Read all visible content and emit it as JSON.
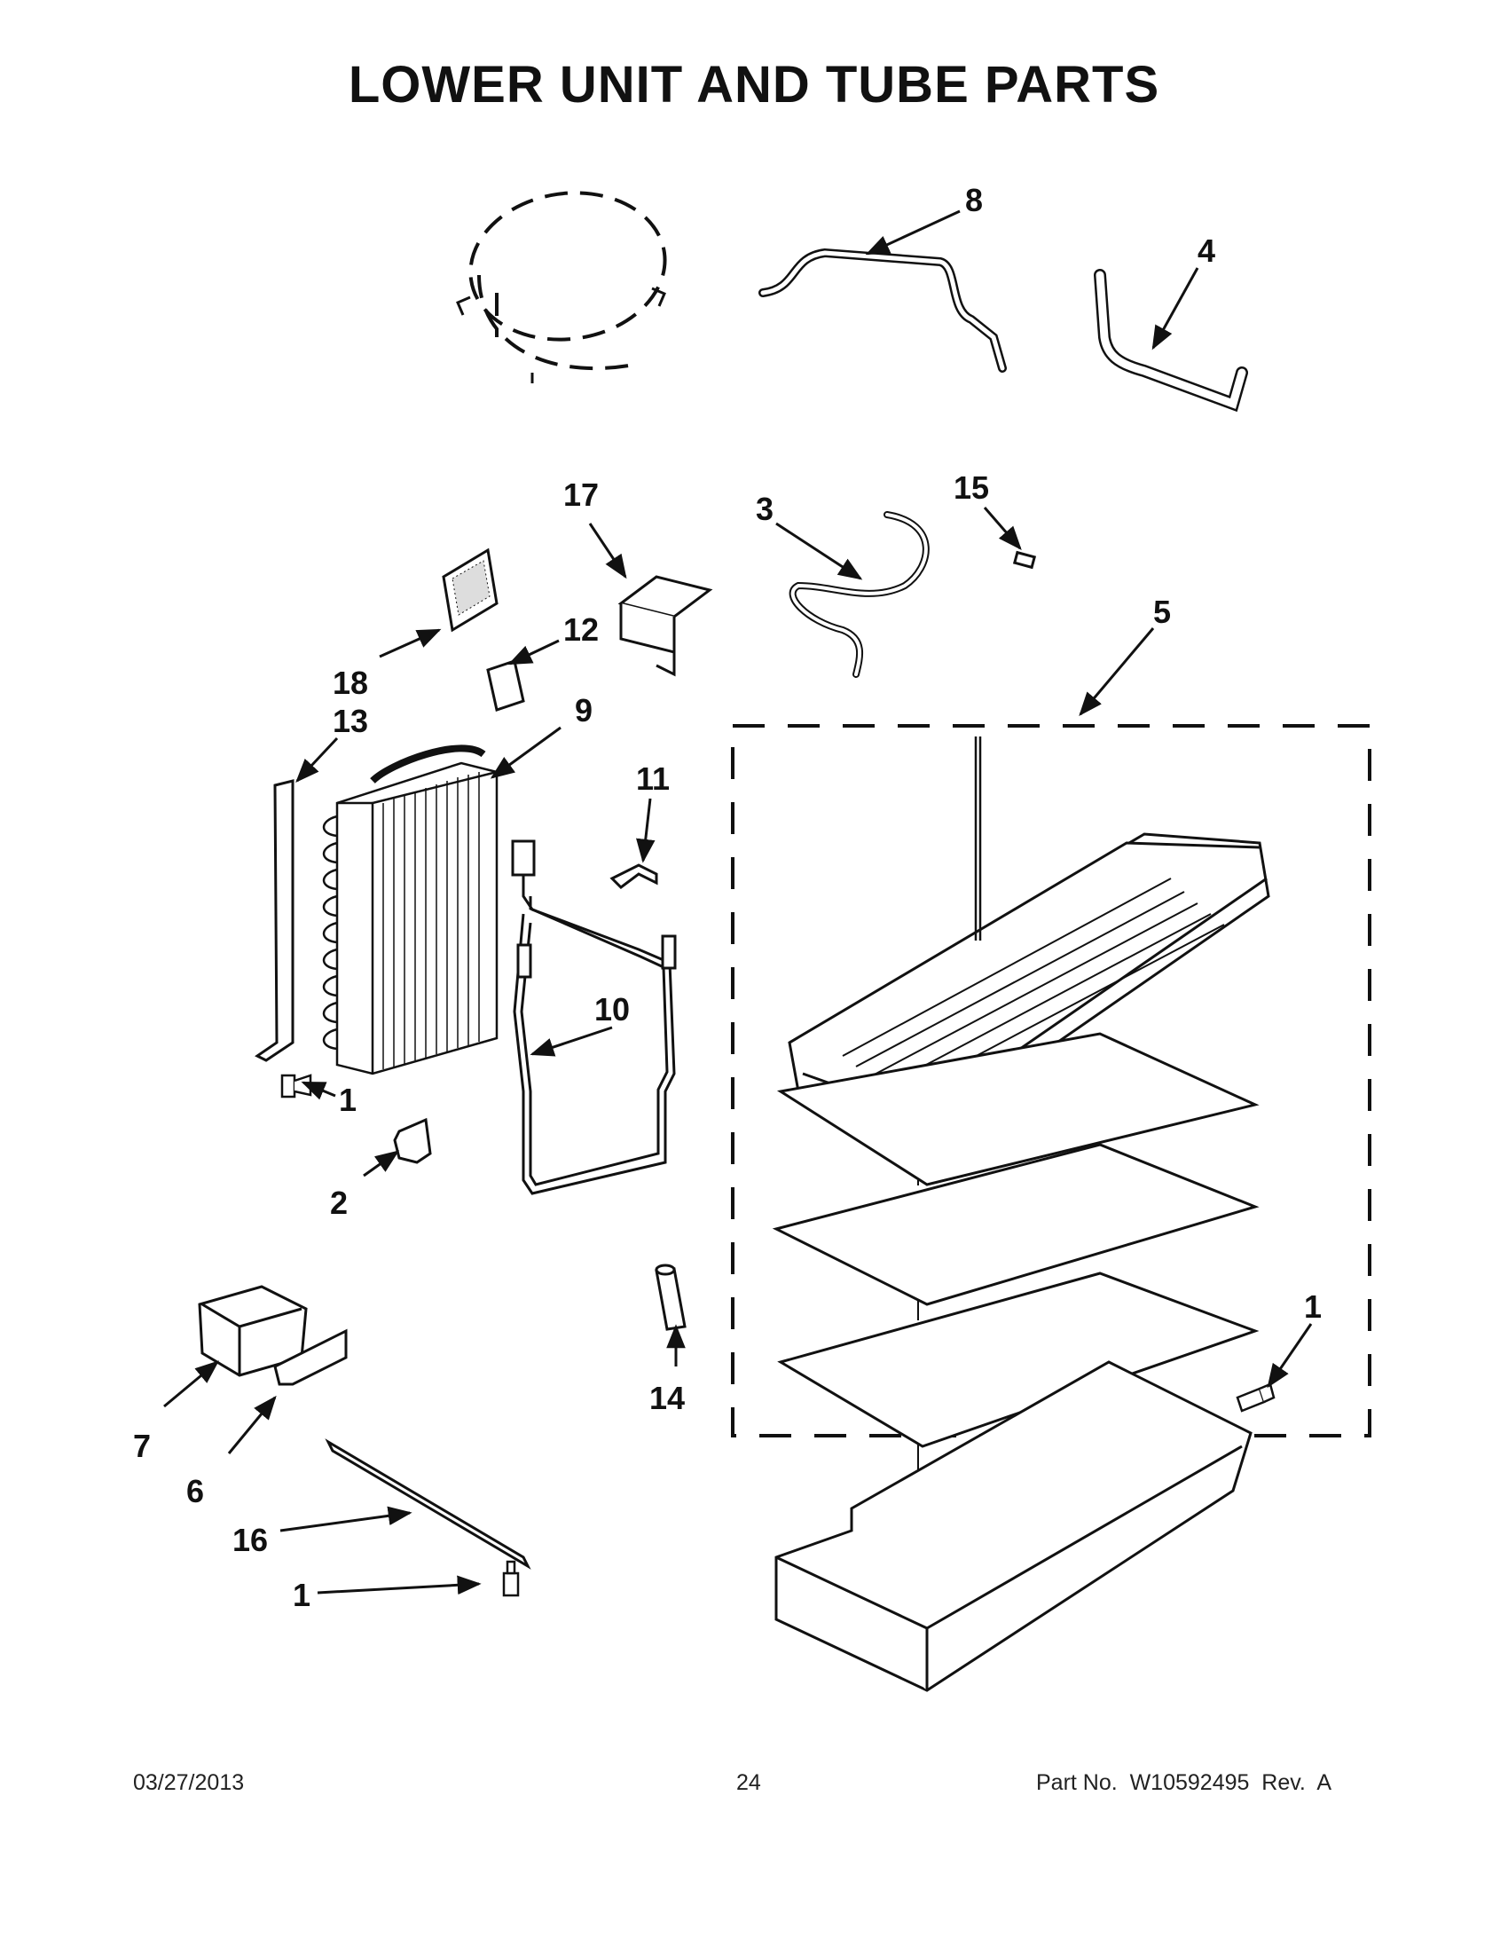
{
  "title": "LOWER UNIT AND TUBE PARTS",
  "callouts": {
    "c1_screw_left": "1",
    "c1_screw_bottom": "1",
    "c1_screw_right": "1",
    "c2": "2",
    "c3": "3",
    "c4": "4",
    "c5": "5",
    "c6": "6",
    "c7": "7",
    "c8": "8",
    "c9": "9",
    "c10": "10",
    "c11": "11",
    "c12": "12",
    "c13": "13",
    "c14": "14",
    "c15": "15",
    "c16": "16",
    "c17": "17",
    "c18": "18"
  },
  "footer": {
    "date": "03/27/2013",
    "page": "24",
    "part_no": "Part No.  W10592495  Rev.  A"
  }
}
